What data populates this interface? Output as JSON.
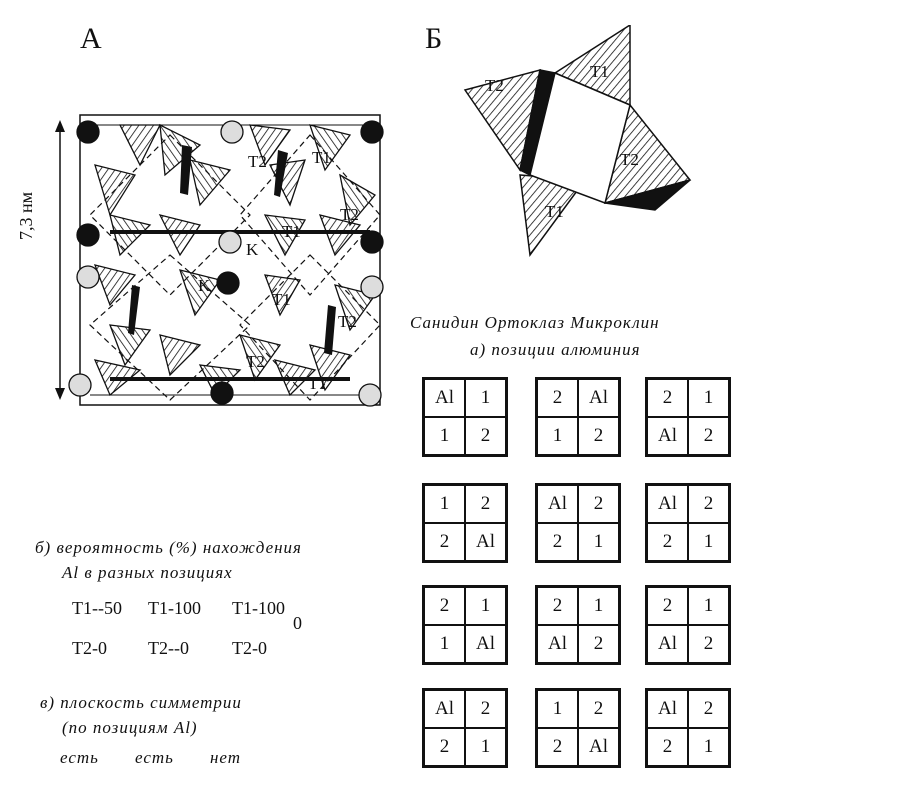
{
  "panels": {
    "a_label": "А",
    "b_label": "Б"
  },
  "structure": {
    "scale": "7,3 нм",
    "labels": [
      "T2",
      "T1",
      "T2",
      "T1",
      "K",
      "K",
      "T1",
      "T2",
      "T2",
      "T1"
    ]
  },
  "tetra": {
    "labels": [
      "T2",
      "T1",
      "T2",
      "T1"
    ]
  },
  "header": {
    "minerals": "Санидин Ортоклаз Микроклин",
    "section_a": "а) позиции алюминия"
  },
  "grids": [
    [
      "Al",
      "1",
      "1",
      "2"
    ],
    [
      "2",
      "Al",
      "1",
      "2"
    ],
    [
      "2",
      "1",
      "Al",
      "2"
    ],
    [
      "1",
      "2",
      "2",
      "Al"
    ],
    [
      "Al",
      "2",
      "2",
      "1"
    ],
    [
      "Al",
      "2",
      "2",
      "1"
    ],
    [
      "2",
      "1",
      "1",
      "Al"
    ],
    [
      "2",
      "1",
      "Al",
      "2"
    ],
    [
      "2",
      "1",
      "Al",
      "2"
    ],
    [
      "Al",
      "2",
      "2",
      "1"
    ],
    [
      "1",
      "2",
      "2",
      "Al"
    ],
    [
      "Al",
      "2",
      "2",
      "1"
    ]
  ],
  "section_b": {
    "line1": "б) вероятность (%) нахождения",
    "line2": "Al в разных позициях",
    "t1_row": [
      "T1--50",
      "T1-100",
      "T1-100"
    ],
    "t1_extra": "0",
    "t2_row": [
      "T2-0",
      "T2--0",
      "T2-0"
    ]
  },
  "section_c": {
    "line1": "в) плоскость симметрии",
    "line2": "(по позициям Al)",
    "answers": [
      "есть",
      "есть",
      "нет"
    ]
  }
}
